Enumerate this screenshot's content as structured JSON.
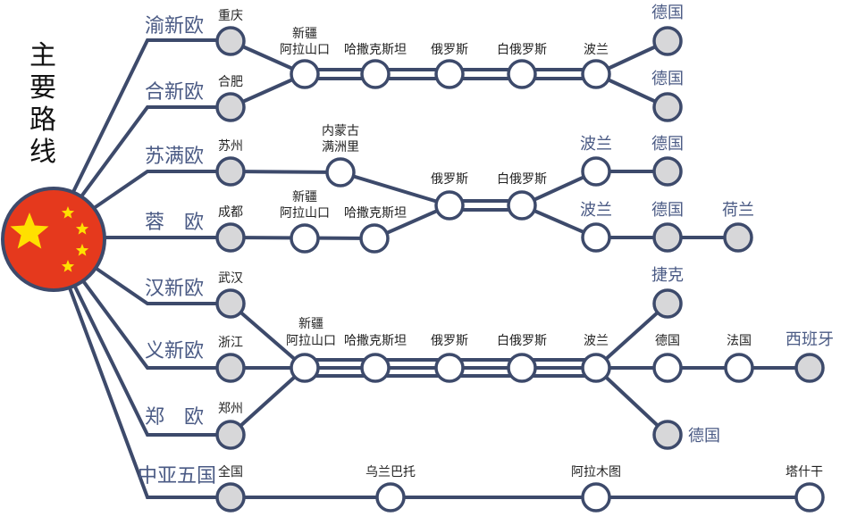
{
  "title_chars": [
    "主",
    "要",
    "路",
    "线"
  ],
  "flag": {
    "red": "#e5391d",
    "yellow": "#ffe000"
  },
  "colors": {
    "line": "#3d4a6b",
    "node_grey": "#d7d7d9",
    "route_text": "#4a5a84"
  },
  "routes": [
    {
      "label": "渝新欧",
      "origin": "重庆"
    },
    {
      "label": "合新欧",
      "origin": "合肥"
    },
    {
      "label": "苏满欧",
      "origin": "苏州"
    },
    {
      "label": "蓉　欧",
      "origin": "成都"
    },
    {
      "label": "汉新欧",
      "origin": "武汉"
    },
    {
      "label": "义新欧",
      "origin": "浙江"
    },
    {
      "label": "郑　欧",
      "origin": "郑州"
    },
    {
      "label": "中亚五国",
      "origin": "全国"
    }
  ],
  "row1": {
    "stops": [
      [
        "新疆",
        "阿拉山口"
      ],
      [
        "哈撒克斯坦"
      ],
      [
        "俄罗斯"
      ],
      [
        "白俄罗斯"
      ],
      [
        "波兰"
      ]
    ],
    "dest_top": "德国",
    "dest_bottom": "德国"
  },
  "row2": {
    "manzhouli": [
      "内蒙古",
      "满洲里"
    ],
    "alashan": [
      "新疆",
      "阿拉山口"
    ],
    "kz": "哈撒克斯坦",
    "russia": "俄罗斯",
    "belarus": "白俄罗斯",
    "poland_a": "波兰",
    "germany_a": "德国",
    "poland_b": "波兰",
    "germany_b": "德国",
    "netherlands": "荷兰"
  },
  "row3": {
    "stops": [
      [
        "新疆",
        "阿拉山口"
      ],
      [
        "哈撒克斯坦"
      ],
      [
        "俄罗斯"
      ],
      [
        "白俄罗斯"
      ],
      [
        "波兰"
      ]
    ],
    "czech": "捷克",
    "germany_mid": "德国",
    "france": "法国",
    "spain": "西班牙",
    "germany_low": "德国"
  },
  "row4": {
    "stops": [
      "乌兰巴托",
      "阿拉木图",
      "塔什干"
    ]
  }
}
